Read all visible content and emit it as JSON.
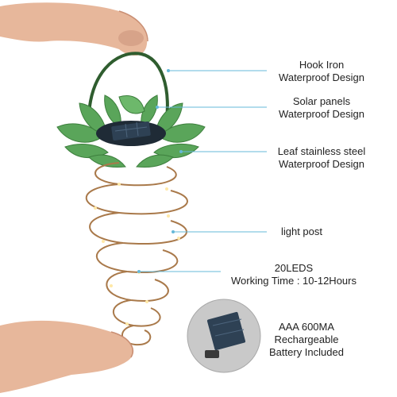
{
  "callouts": {
    "hook": {
      "line1": "Hook Iron",
      "line2": "Waterproof Design"
    },
    "solar": {
      "line1": "Solar panels",
      "line2": "Waterproof Design"
    },
    "leaf": {
      "line1": "Leaf stainless steel",
      "line2": "Waterproof Design"
    },
    "post": {
      "line1": "light post"
    },
    "leds": {
      "line1": "20LEDS",
      "line2": "Working Time : 10-12Hours"
    },
    "battery": {
      "line1": "AAA 600MA",
      "line2": "Rechargeable",
      "line3": "Battery Included"
    }
  },
  "colors": {
    "leader_line": "#66b8d8",
    "leaf_green": "#5aa55a",
    "wire_copper": "#a9794a",
    "hook_green": "#2f5d2f",
    "panel_dark": "#1f2b36"
  }
}
